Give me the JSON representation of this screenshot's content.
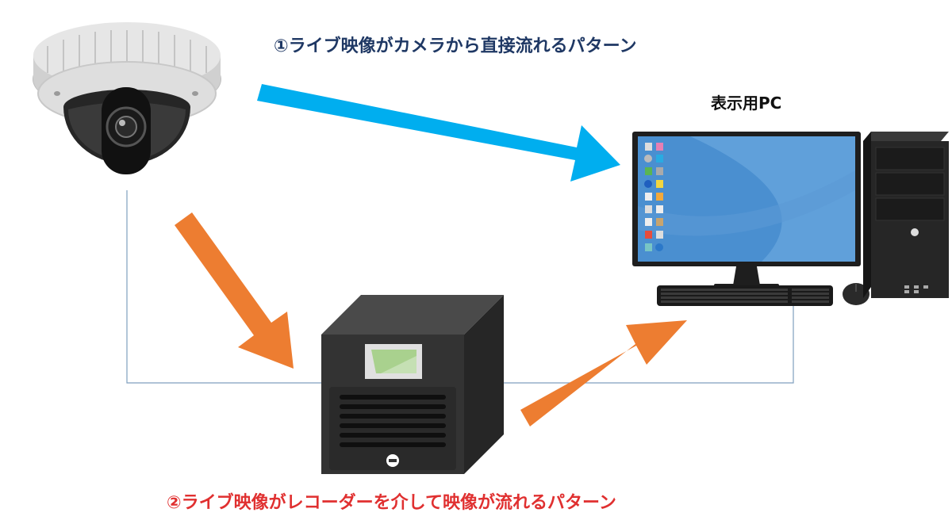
{
  "captions": {
    "direct_pattern": "①ライブ映像がカメラから直接流れるパターン",
    "recorder_pattern": "②ライブ映像がレコーダーを介して映像が流れるパターン"
  },
  "devices": {
    "camera": {
      "icon": "dome-camera-icon"
    },
    "recorder": {
      "icon": "recorder-box-icon"
    },
    "pc": {
      "label": "表示用PC",
      "icon": "desktop-pc-icon"
    }
  },
  "colors": {
    "direct_arrow": "#00aeef",
    "recorder_arrow": "#ed7d31",
    "direct_caption": "#1f3864",
    "recorder_caption": "#e03030",
    "network_line": "#7f9fbf"
  }
}
